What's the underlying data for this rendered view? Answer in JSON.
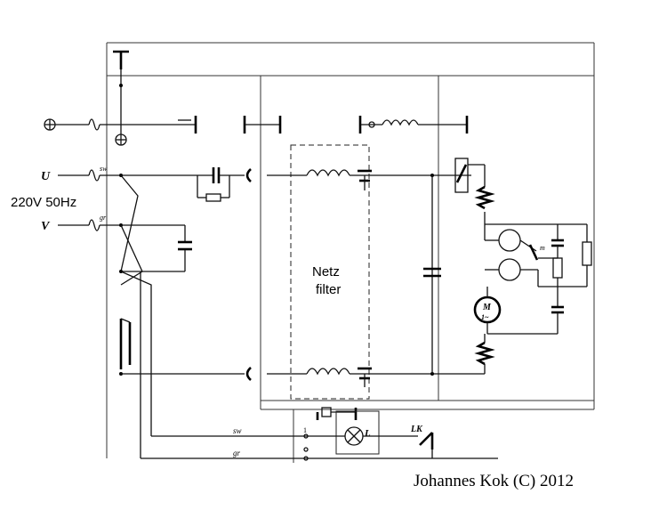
{
  "labels": {
    "terminal_u": "U",
    "terminal_v": "V",
    "supply": "220V 50Hz",
    "filter_line1": "Netz",
    "filter_line2": "filter",
    "wire_sw": "sw",
    "wire_gr": "gr",
    "term_1": "1",
    "lamp": "L",
    "switch_lk": "LK",
    "motor": "M",
    "motor_sub": "1~",
    "u_tag": "sw",
    "v_tag": "gr",
    "resistor_tag": "m",
    "credit": "Johannes Kok (C) 2012"
  }
}
